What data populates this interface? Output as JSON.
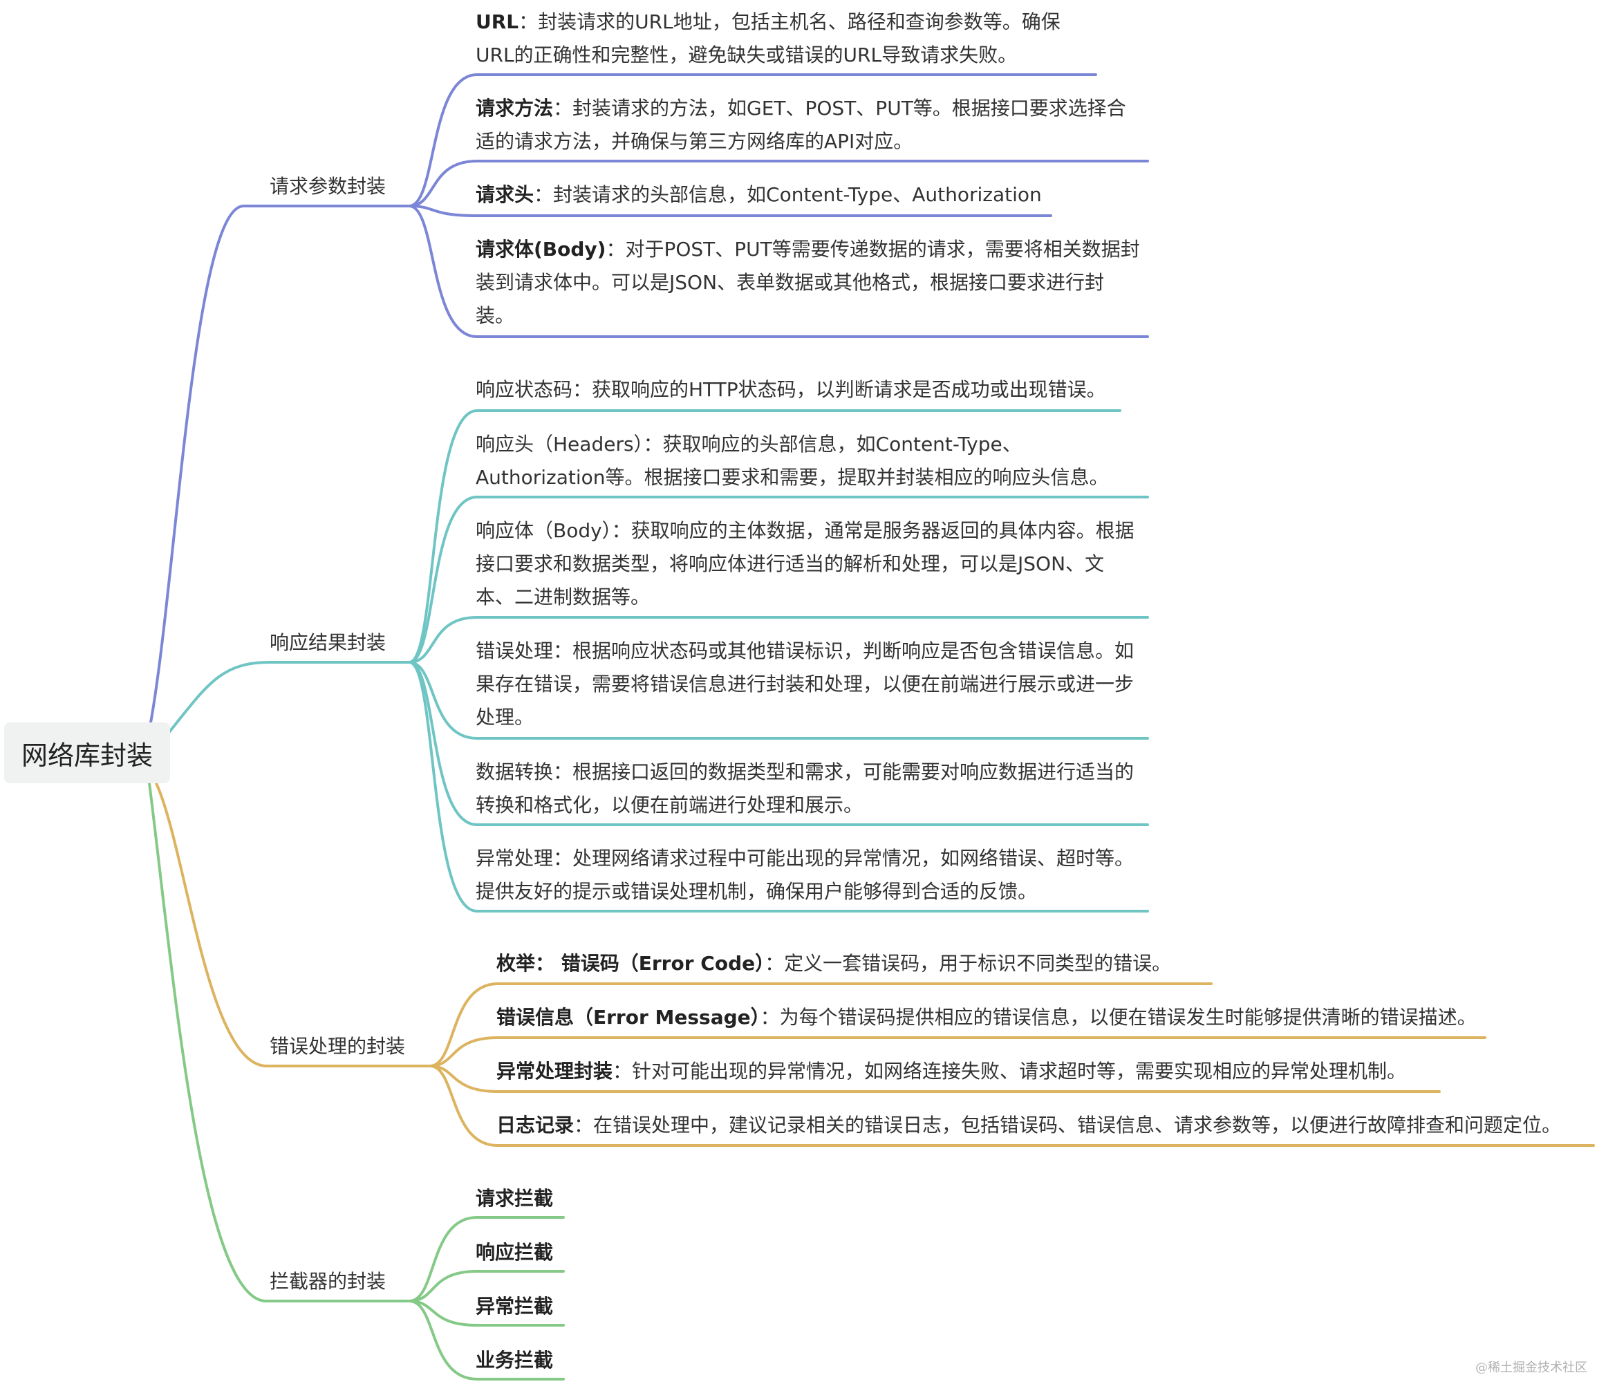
{
  "root": {
    "label": "网络库封装"
  },
  "colors": {
    "request": "#7b86d6",
    "response": "#6fc5c4",
    "error": "#dcb460",
    "interceptor": "#85c987"
  },
  "branches": {
    "request": {
      "label": "请求参数封装",
      "items": [
        {
          "bold": "URL",
          "text": "：封装请求的URL地址，包括主机名、路径和查询参数等。确保URL的正确性和完整性，避免缺失或错误的URL导致请求失败。"
        },
        {
          "bold": "请求方法",
          "text": "：封装请求的方法，如GET、POST、PUT等。根据接口要求选择合适的请求方法，并确保与第三方网络库的API对应。"
        },
        {
          "bold": "请求头",
          "text": "：封装请求的头部信息，如Content-Type、Authorization"
        },
        {
          "bold": "请求体(Body)",
          "text": "：对于POST、PUT等需要传递数据的请求，需要将相关数据封装到请求体中。可以是JSON、表单数据或其他格式，根据接口要求进行封装。"
        }
      ]
    },
    "response": {
      "label": "响应结果封装",
      "items": [
        {
          "text": "响应状态码：获取响应的HTTP状态码，以判断请求是否成功或出现错误。"
        },
        {
          "text": "响应头（Headers）：获取响应的头部信息，如Content-Type、Authorization等。根据接口要求和需要，提取并封装相应的响应头信息。"
        },
        {
          "text": "响应体（Body）：获取响应的主体数据，通常是服务器返回的具体内容。根据接口要求和数据类型，将响应体进行适当的解析和处理，可以是JSON、文本、二进制数据等。"
        },
        {
          "text": "错误处理：根据响应状态码或其他错误标识，判断响应是否包含错误信息。如果存在错误，需要将错误信息进行封装和处理，以便在前端进行展示或进一步处理。"
        },
        {
          "text": "数据转换：根据接口返回的数据类型和需求，可能需要对响应数据进行适当的转换和格式化，以便在前端进行处理和展示。"
        },
        {
          "text": "异常处理：处理网络请求过程中可能出现的异常情况，如网络错误、超时等。提供友好的提示或错误处理机制，确保用户能够得到合适的反馈。"
        }
      ]
    },
    "error": {
      "label": "错误处理的封装",
      "items": [
        {
          "bold": "枚举： 错误码（Error Code）",
          "text": "：定义一套错误码，用于标识不同类型的错误。"
        },
        {
          "bold": "错误信息（Error Message）",
          "text": "：为每个错误码提供相应的错误信息，以便在错误发生时能够提供清晰的错误描述。"
        },
        {
          "bold": "异常处理封装",
          "text": "：针对可能出现的异常情况，如网络连接失败、请求超时等，需要实现相应的异常处理机制。"
        },
        {
          "bold": "日志记录",
          "text": "：在错误处理中，建议记录相关的错误日志，包括错误码、错误信息、请求参数等，以便进行故障排查和问题定位。"
        }
      ]
    },
    "interceptor": {
      "label": "拦截器的封装",
      "items": [
        {
          "bold": "请求拦截"
        },
        {
          "bold": "响应拦截"
        },
        {
          "bold": "异常拦截"
        },
        {
          "bold": "业务拦截"
        }
      ]
    }
  },
  "watermark": "@稀土掘金技术社区"
}
